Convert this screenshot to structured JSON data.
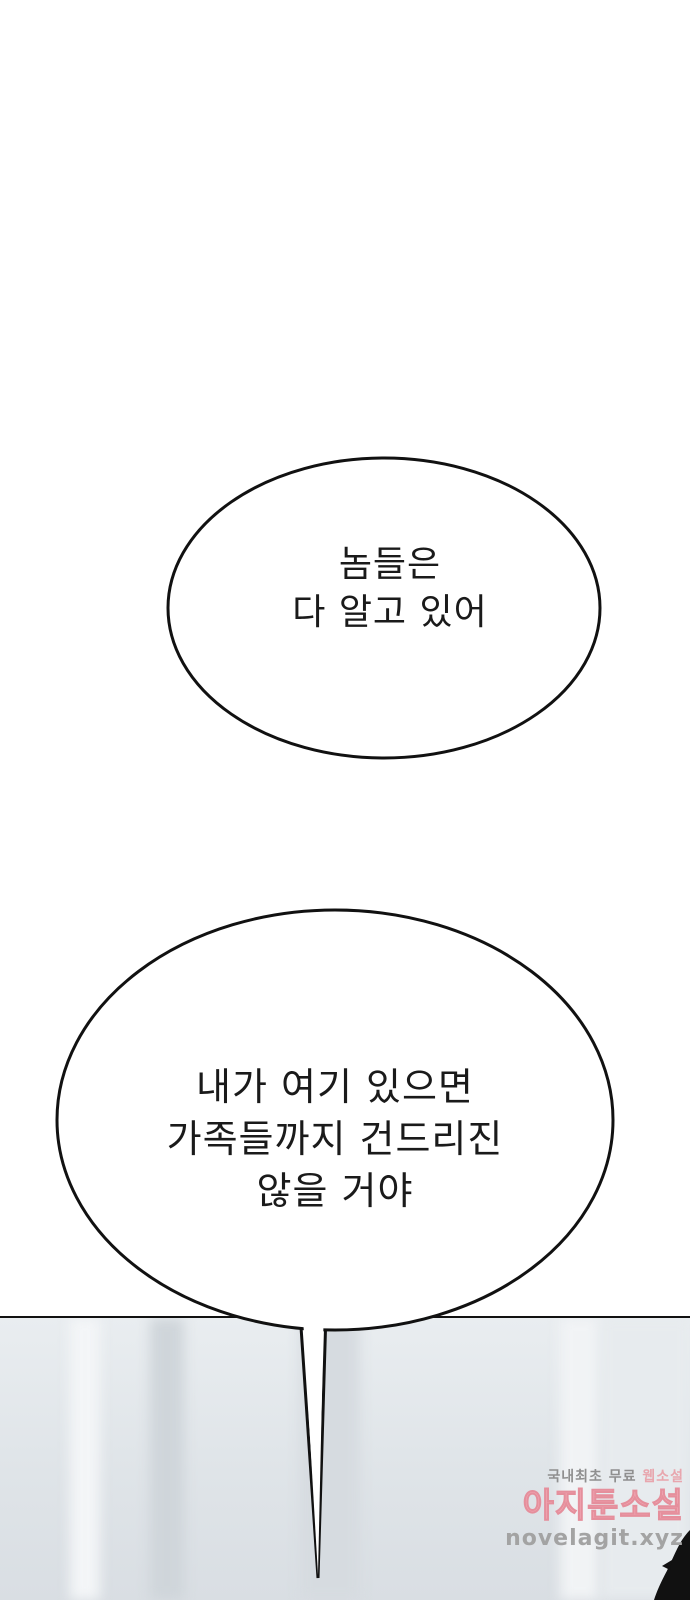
{
  "bubbles": [
    {
      "lines": [
        "놈들은",
        "다 알고 있어"
      ]
    },
    {
      "lines": [
        "내가 여기 있으면",
        "가족들까지 건드리진",
        "않을 거야"
      ]
    }
  ],
  "watermark": {
    "tagline_start": "국내최초 무료",
    "tagline_highlight": "웹소설",
    "brand": "아지툰소설",
    "url": "novelagit.xyz"
  }
}
